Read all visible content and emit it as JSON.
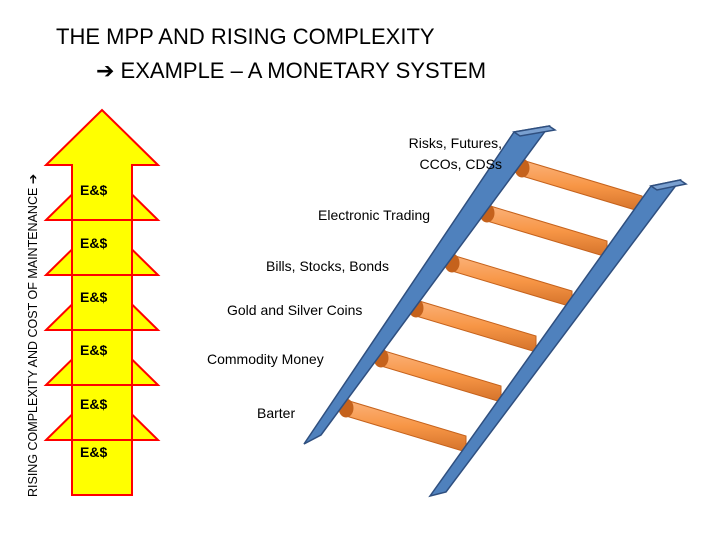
{
  "title": {
    "line1": "THE MPP AND RISING COMPLEXITY",
    "line2": "➔ EXAMPLE – A MONETARY SYSTEM"
  },
  "side_label": "RISING COMPLEXITY AND COST OF MAINTENANCE ➔",
  "arrow_stack": [
    "E&$",
    "E&$",
    "E&$",
    "E&$",
    "E&$",
    "E&$"
  ],
  "ladder_rungs": [
    {
      "line1": "Risks, Futures,",
      "line2": "CCOs, CDSs"
    },
    {
      "line1": "Electronic Trading"
    },
    {
      "line1": "Bills, Stocks, Bonds"
    },
    {
      "line1": "Gold and Silver Coins"
    },
    {
      "line1": "Commodity Money"
    },
    {
      "line1": "Barter"
    }
  ],
  "colors": {
    "arrow_fill": "#ffff00",
    "arrow_stroke": "#ff0000",
    "rail_fill": "#4f81bd",
    "rail_stroke": "#2f4f7f",
    "rung_fill": "#f79646"
  }
}
